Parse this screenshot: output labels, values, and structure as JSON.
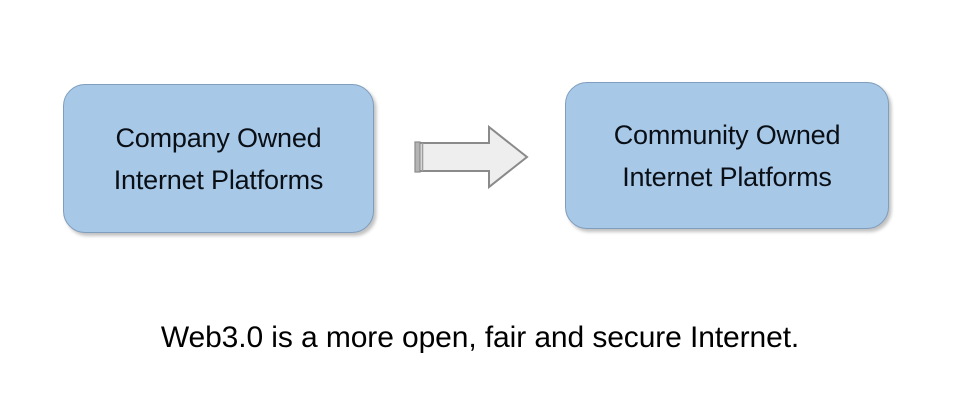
{
  "diagram": {
    "background_color": "#ffffff",
    "nodes": [
      {
        "id": "company-owned",
        "name": "company-owned-node",
        "line1": "Company Owned",
        "line2": "Internet Platforms",
        "fill_color": "#a8c8e8",
        "border_color": "#7f9dbd",
        "text_color": "#0a0f16"
      },
      {
        "id": "community-owned",
        "name": "community-owned-node",
        "line1": "Community Owned",
        "line2": "Internet Platforms",
        "fill_color": "#a8c8e8",
        "border_color": "#7f9dbd",
        "text_color": "#0a0f16"
      }
    ],
    "connector": {
      "type": "block-arrow",
      "direction": "right",
      "fill_color": "#eeeeee",
      "stroke_color": "#8a8a8a",
      "tail_accent_color": "#9a9a9a"
    },
    "caption": {
      "text": "Web3.0 is a more open, fair and secure Internet.",
      "color": "#000000"
    }
  }
}
